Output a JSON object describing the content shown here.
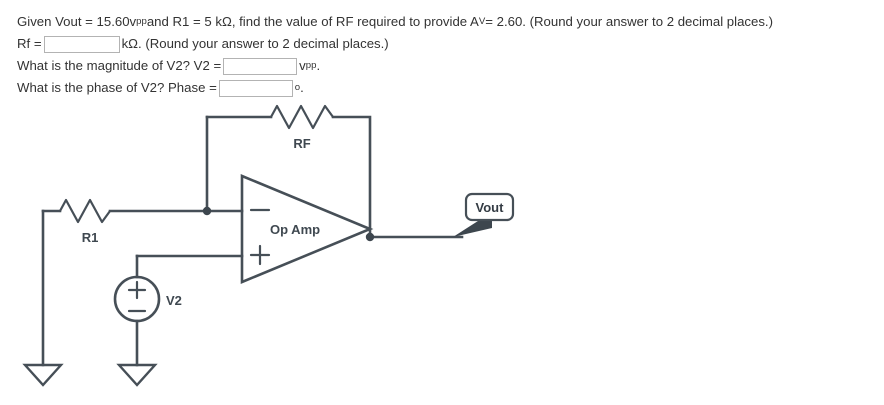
{
  "question": {
    "line1": {
      "part_a": "Given Vout = 15.60 ",
      "sub_a": "pp",
      "prefix_v": "v",
      "part_b": " and R1 = 5 kΩ, find the value of RF required to provide A",
      "sub_b": "V",
      "part_c": " = 2.60. (Round your answer to 2 decimal places.)"
    },
    "line2": {
      "label": "Rf =",
      "input_value": "",
      "input_placeholder": "",
      "suffix": "kΩ. (Round your answer to 2 decimal places.)"
    },
    "line3": {
      "label": "What is the magnitude of V2? V2 =",
      "input_value": "",
      "input_placeholder": "",
      "suffix_v": "v",
      "suffix_sub": "pp",
      "suffix_end": "."
    },
    "line4": {
      "label": "What is the phase of V2? Phase =",
      "input_value": "",
      "input_placeholder": "",
      "suffix_deg": "o",
      "suffix_end": "."
    }
  },
  "circuit": {
    "labels": {
      "rf": "RF",
      "r1": "R1",
      "op_amp": "Op Amp",
      "v2": "V2",
      "vout": "Vout",
      "inverting_sign": "−",
      "noninverting_sign": "+",
      "source_plus": "+",
      "source_minus": "−"
    },
    "colors": {
      "wire": "#464f57",
      "label": "#3f4850",
      "background": "#ffffff"
    }
  }
}
